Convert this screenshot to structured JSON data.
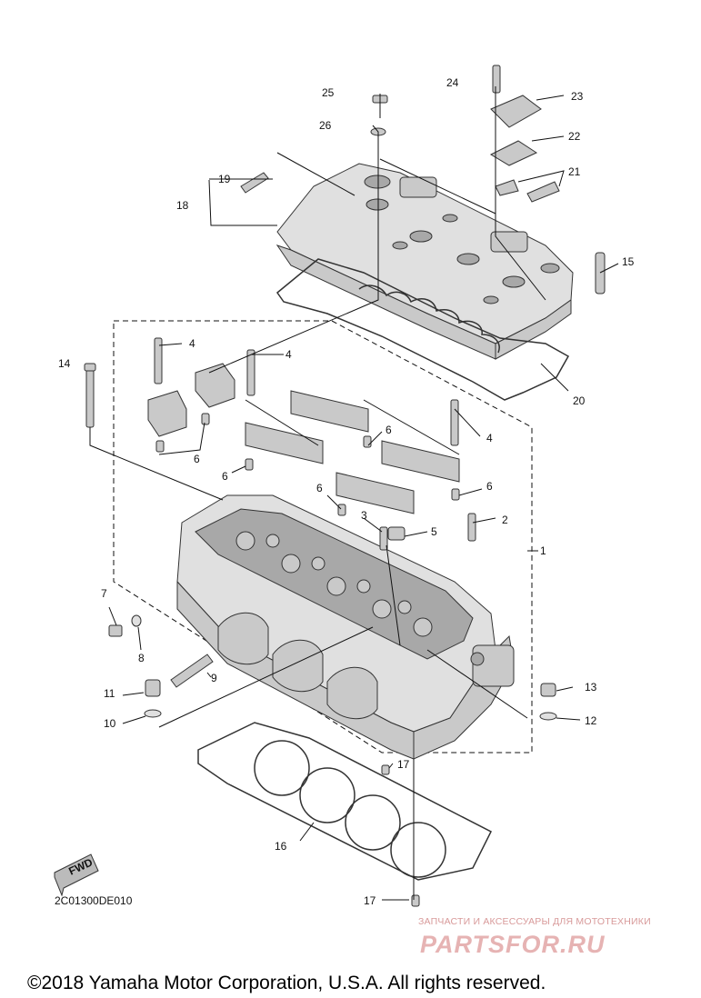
{
  "diagram_code": "2C01300DE010",
  "fwd_label": "FWD",
  "watermark": {
    "line1": "ЗАПЧАСТИ И АКСЕССУАРЫ ДЛЯ МОТОТЕХНИКИ",
    "line2": "PARTSFOR.RU"
  },
  "copyright": "©2018 Yamaha Motor Corporation, U.S.A. All rights reserved.",
  "callouts": {
    "c1": "1",
    "c2": "2",
    "c3": "3",
    "c4a": "4",
    "c4b": "4",
    "c4c": "4",
    "c5": "5",
    "c6a": "6",
    "c6b": "6",
    "c6c": "6",
    "c6d": "6",
    "c6e": "6",
    "c7": "7",
    "c8": "8",
    "c9": "9",
    "c10": "10",
    "c11": "11",
    "c12": "12",
    "c13": "13",
    "c14": "14",
    "c15": "15",
    "c16": "16",
    "c17a": "17",
    "c17b": "17",
    "c18": "18",
    "c19": "19",
    "c20": "20",
    "c21": "21",
    "c22": "22",
    "c23": "23",
    "c24": "24",
    "c25": "25",
    "c26": "26"
  }
}
